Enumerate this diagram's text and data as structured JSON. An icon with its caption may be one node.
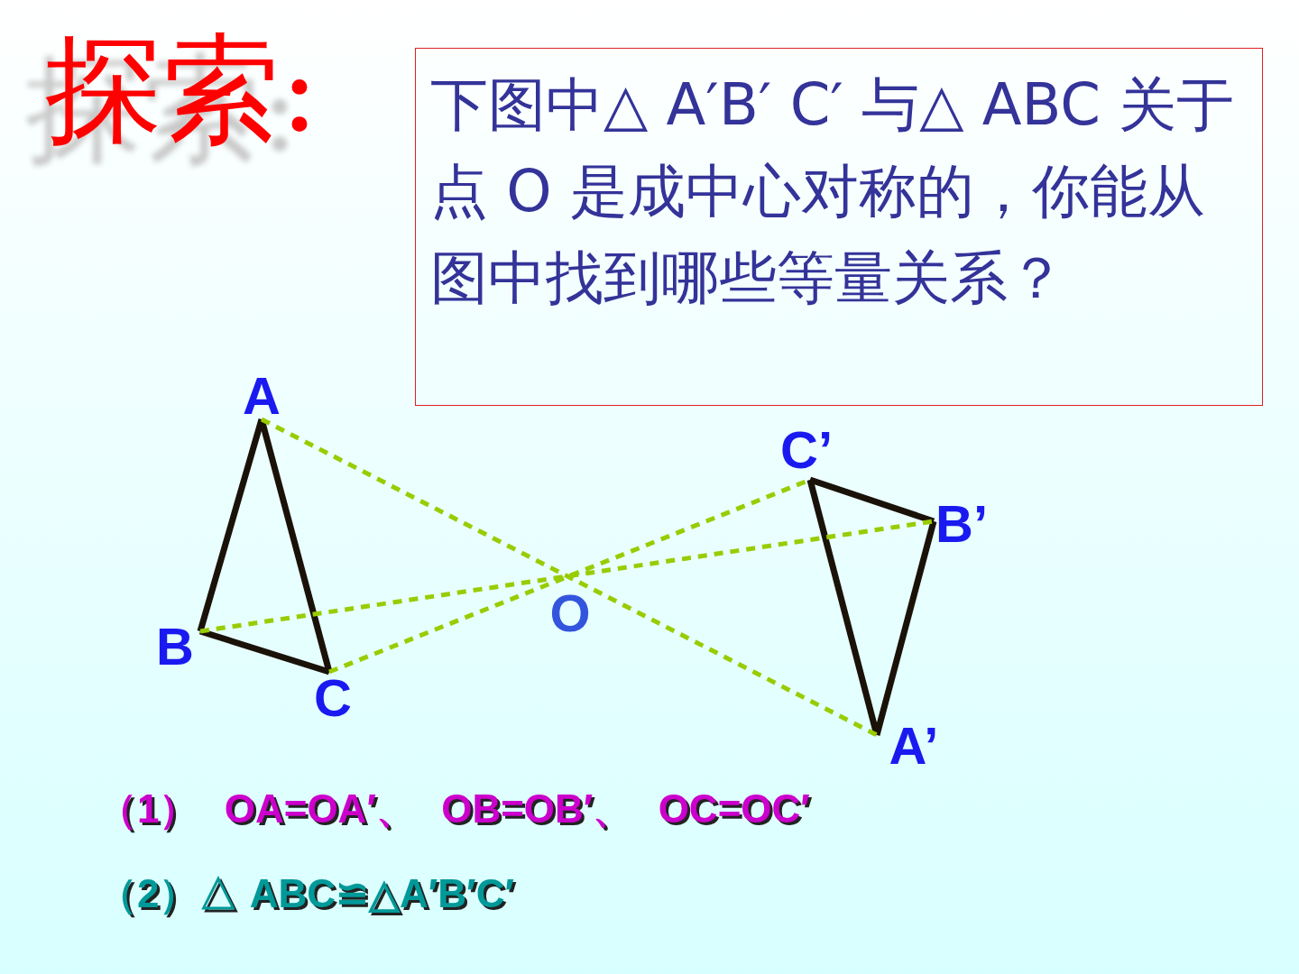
{
  "diagram": {
    "title": "探索:",
    "nodes": [
      {
        "text": [
          "下图中△ A′B′ C′ 与△ ABC 关于点 O 是成中心对称的，你能从图中找到哪些等量关系？"
        ]
      },
      {
        "text": [
          "A"
        ]
      },
      {
        "text": [
          "B"
        ]
      },
      {
        "text": [
          "C"
        ]
      },
      {
        "text": [
          "C’"
        ]
      },
      {
        "text": [
          "B’"
        ]
      },
      {
        "text": [
          "A’"
        ]
      }
    ],
    "edges": [
      {
        "from": 1,
        "to": 2,
        "arrow": "none"
      },
      {
        "from": 2,
        "to": 3,
        "arrow": "none"
      },
      {
        "from": 3,
        "to": 1,
        "arrow": "none"
      },
      {
        "from": 4,
        "to": 5,
        "arrow": "none"
      },
      {
        "from": 5,
        "to": 6,
        "arrow": "none"
      },
      {
        "from": 6,
        "to": 4,
        "arrow": "none"
      },
      {
        "from": 1,
        "to": 6,
        "arrow": "none",
        "style": "dashed",
        "color": "#99cc00"
      },
      {
        "from": 2,
        "to": 5,
        "arrow": "none",
        "style": "dashed",
        "color": "#99cc00"
      },
      {
        "from": 3,
        "to": 4,
        "arrow": "none",
        "style": "dashed",
        "color": "#99cc00"
      }
    ],
    "labels": [
      "O",
      "（1） OA=OA′、 OB=OB′、 OC=OC′",
      "（2）△ ABC≌△A′B′C′"
    ]
  }
}
